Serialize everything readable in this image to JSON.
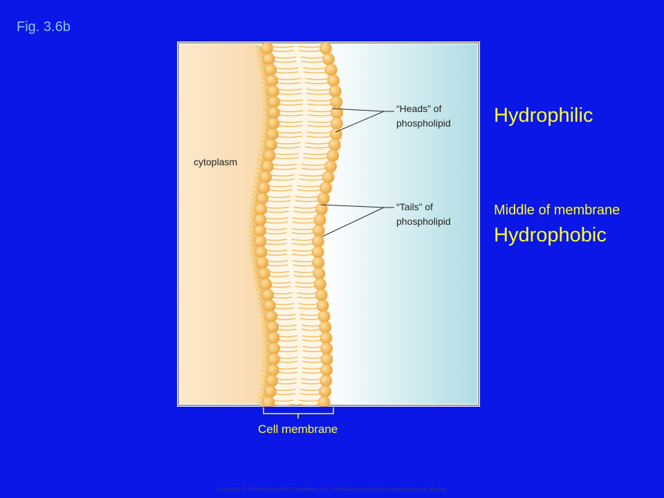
{
  "figure": {
    "label": "Fig. 3.6b",
    "cytoplasm": "cytoplasm",
    "heads_line1": "“Heads” of",
    "heads_line2": "phospholipid",
    "tails_line1": "“Tails” of",
    "tails_line2": "phospholipid",
    "cell_membrane": "Cell membrane"
  },
  "side": {
    "hydrophilic": "Hydrophilic",
    "middle": "Middle of membrane",
    "hydrophobic": "Hydrophobic"
  },
  "footer": {
    "copyright": "Copyright © The McGraw-Hill Companies, Inc. Permission required for reproduction or display."
  },
  "colors": {
    "background": "#0a17e6",
    "label_yellow": "#ffff33",
    "fig_label_blue": "#8ec3ff",
    "cytoplasm": "#fbe3c2",
    "extracellular": "#b4e0e6",
    "head": "#f7b850",
    "tail": "#f4c678"
  }
}
